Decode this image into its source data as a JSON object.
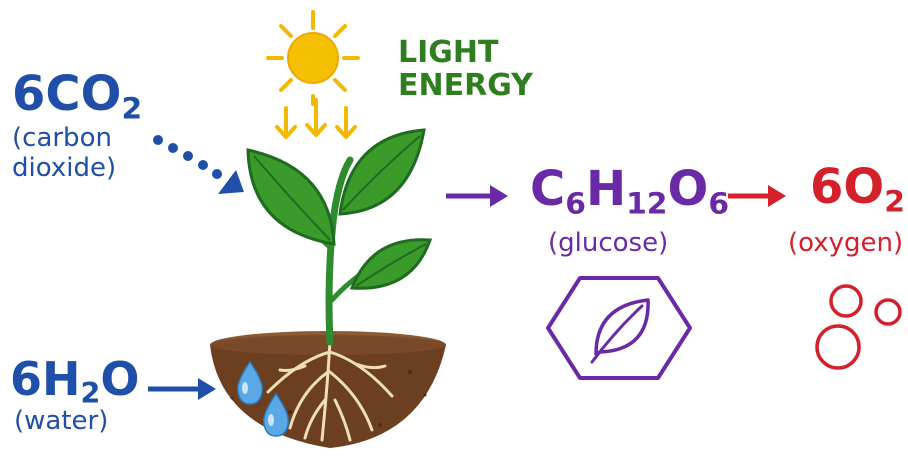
{
  "reactants": {
    "carbon_dioxide": {
      "coefficient": "6",
      "formula_main": "CO",
      "formula_sub": "2",
      "name_line1": "(carbon",
      "name_line2": "dioxide)"
    },
    "water": {
      "coefficient": "6",
      "formula_h": "H",
      "formula_sub": "2",
      "formula_o": "O",
      "name": "(water)"
    }
  },
  "energy": {
    "line1": "LIGHT",
    "line2": "ENERGY"
  },
  "products": {
    "glucose": {
      "c": "C",
      "c_sub": "6",
      "h": "H",
      "h_sub": "12",
      "o": "O",
      "o_sub": "6",
      "name": "(glucose)"
    },
    "oxygen": {
      "coefficient": "6",
      "formula_main": "O",
      "formula_sub": "2",
      "name": "(oxygen)"
    }
  },
  "colors": {
    "reactant_blue": "#1f4fa8",
    "energy_green": "#2e7d1f",
    "glucose_purple": "#6a2aa8",
    "oxygen_red": "#d3202a",
    "sun_yellow": "#f5b800",
    "soil_brown": "#6b3f1f"
  },
  "icons": [
    "sun-icon",
    "plant-icon",
    "water-drop-icon",
    "leaf-hexagon-icon",
    "oxygen-bubbles-icon"
  ]
}
